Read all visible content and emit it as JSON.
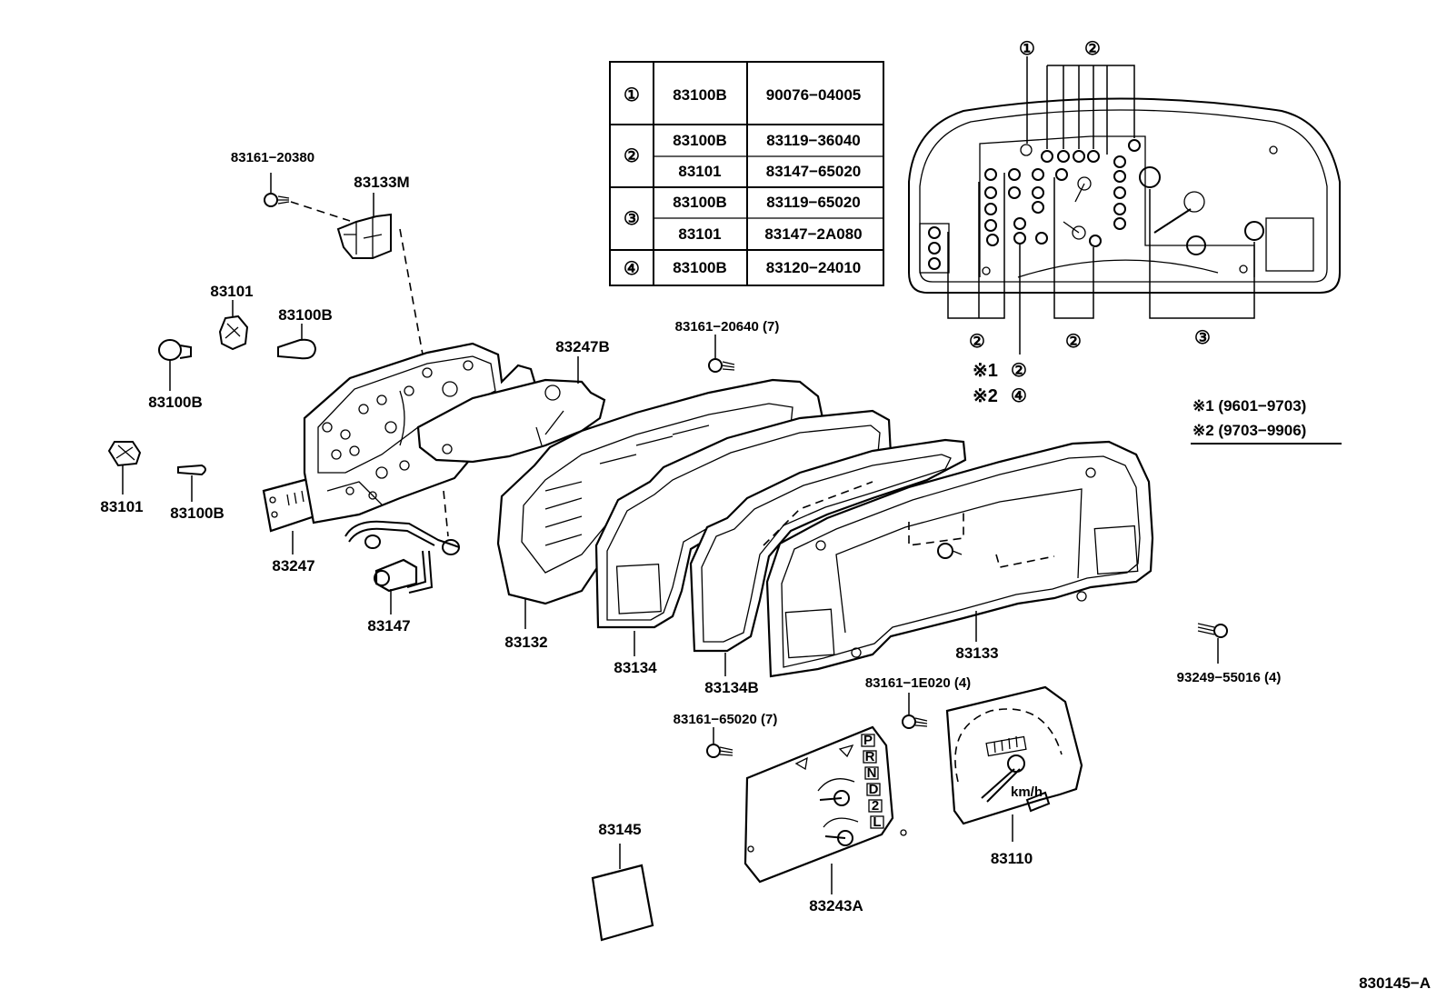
{
  "labels": {
    "p83161_20380": "83161−20380",
    "p83133M": "83133M",
    "p83101_a": "83101",
    "p83100B_a": "83100B",
    "p83100B_b": "83100B",
    "p83101_b": "83101",
    "p83100B_c": "83100B",
    "p83247": "83247",
    "p83147": "83147",
    "p83247B": "83247B",
    "p83161_20640": "83161−20640 (7)",
    "p83132": "83132",
    "p83134": "83134",
    "p83134B": "83134B",
    "p83133": "83133",
    "p83161_65020": "83161−65020 (7)",
    "p83161_1E020": "83161−1E020 (4)",
    "p93249_55016": "93249−55016 (4)",
    "p83145": "83145",
    "p83243A": "83243A",
    "p83110": "83110",
    "drawing_number": "830145−A"
  },
  "callouts": {
    "c1": "①",
    "c2": "②",
    "c3": "③",
    "c4": "④"
  },
  "table": {
    "rows": [
      {
        "ref": "①",
        "col1": "83100B",
        "col2": "90076−04005"
      },
      {
        "ref": "②",
        "col1": "83100B",
        "col2": "83119−36040"
      },
      {
        "ref": "",
        "col1": "83101",
        "col2": "83147−65020"
      },
      {
        "ref": "③",
        "col1": "83100B",
        "col2": "83119−65020"
      },
      {
        "ref": "",
        "col1": "83101",
        "col2": "83147−2A080"
      },
      {
        "ref": "④",
        "col1": "83100B",
        "col2": "83120−24010"
      }
    ]
  },
  "notes": {
    "n1_mark": "※1",
    "n1_ref": "②",
    "n2_mark": "※2",
    "n2_ref": "④",
    "legend1": "※1 (9601−9703)",
    "legend2": "※2 (9703−9906)"
  },
  "gear_letters": [
    "P",
    "R",
    "N",
    "D",
    "2",
    "L"
  ],
  "speedo_unit": "km/h"
}
